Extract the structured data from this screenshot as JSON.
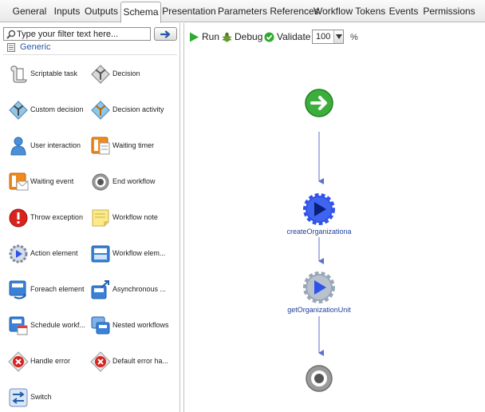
{
  "tabs": [
    {
      "label": "General",
      "active": false
    },
    {
      "label": "Inputs",
      "active": false
    },
    {
      "label": "Outputs",
      "active": false
    },
    {
      "label": "Schema",
      "active": true
    },
    {
      "label": "Presentation",
      "active": false
    },
    {
      "label": "Parameters References",
      "active": false
    },
    {
      "label": "Workflow Tokens",
      "active": false
    },
    {
      "label": "Events",
      "active": false
    },
    {
      "label": "Permissions",
      "active": false
    }
  ],
  "palette": {
    "filter_placeholder": "Type your filter text here...",
    "category": "Generic",
    "items": [
      {
        "label": "Scriptable task",
        "icon": "scriptable-task-icon"
      },
      {
        "label": "Decision",
        "icon": "decision-icon"
      },
      {
        "label": "Custom decision",
        "icon": "custom-decision-icon"
      },
      {
        "label": "Decision activity",
        "icon": "decision-activity-icon"
      },
      {
        "label": "User interaction",
        "icon": "user-interaction-icon"
      },
      {
        "label": "Waiting timer",
        "icon": "waiting-timer-icon"
      },
      {
        "label": "Waiting event",
        "icon": "waiting-event-icon"
      },
      {
        "label": "End workflow",
        "icon": "end-workflow-icon"
      },
      {
        "label": "Throw exception",
        "icon": "throw-exception-icon"
      },
      {
        "label": "Workflow note",
        "icon": "workflow-note-icon"
      },
      {
        "label": "Action element",
        "icon": "action-element-icon"
      },
      {
        "label": "Workflow elem...",
        "icon": "workflow-element-icon"
      },
      {
        "label": "Foreach element",
        "icon": "foreach-element-icon"
      },
      {
        "label": "Asynchronous ...",
        "icon": "asynchronous-workflow-icon"
      },
      {
        "label": "Schedule workf...",
        "icon": "schedule-workflow-icon"
      },
      {
        "label": "Nested workflows",
        "icon": "nested-workflows-icon"
      },
      {
        "label": "Handle error",
        "icon": "handle-error-icon"
      },
      {
        "label": "Default error ha...",
        "icon": "default-error-handler-icon"
      },
      {
        "label": "Switch",
        "icon": "switch-icon"
      }
    ]
  },
  "toolbar": {
    "run_label": "Run",
    "debug_label": "Debug",
    "validate_label": "Validate",
    "zoom_value": "100",
    "zoom_unit": "%"
  },
  "canvas": {
    "nodes": [
      {
        "type": "start",
        "icon": "start-arrow-icon",
        "label": ""
      },
      {
        "type": "action",
        "icon": "action-element-icon",
        "label": "createOrganizationa"
      },
      {
        "type": "action",
        "icon": "action-element-inactive-icon",
        "label": "getOrganizationUnit"
      },
      {
        "type": "end",
        "icon": "end-workflow-icon",
        "label": ""
      }
    ]
  },
  "colors": {
    "accent_blue": "#2a58a8",
    "connector": "#5a6fd0",
    "start_green": "#3cae3c",
    "gear_blue": "#2f52e8",
    "gear_gray": "#9aa6b6"
  }
}
